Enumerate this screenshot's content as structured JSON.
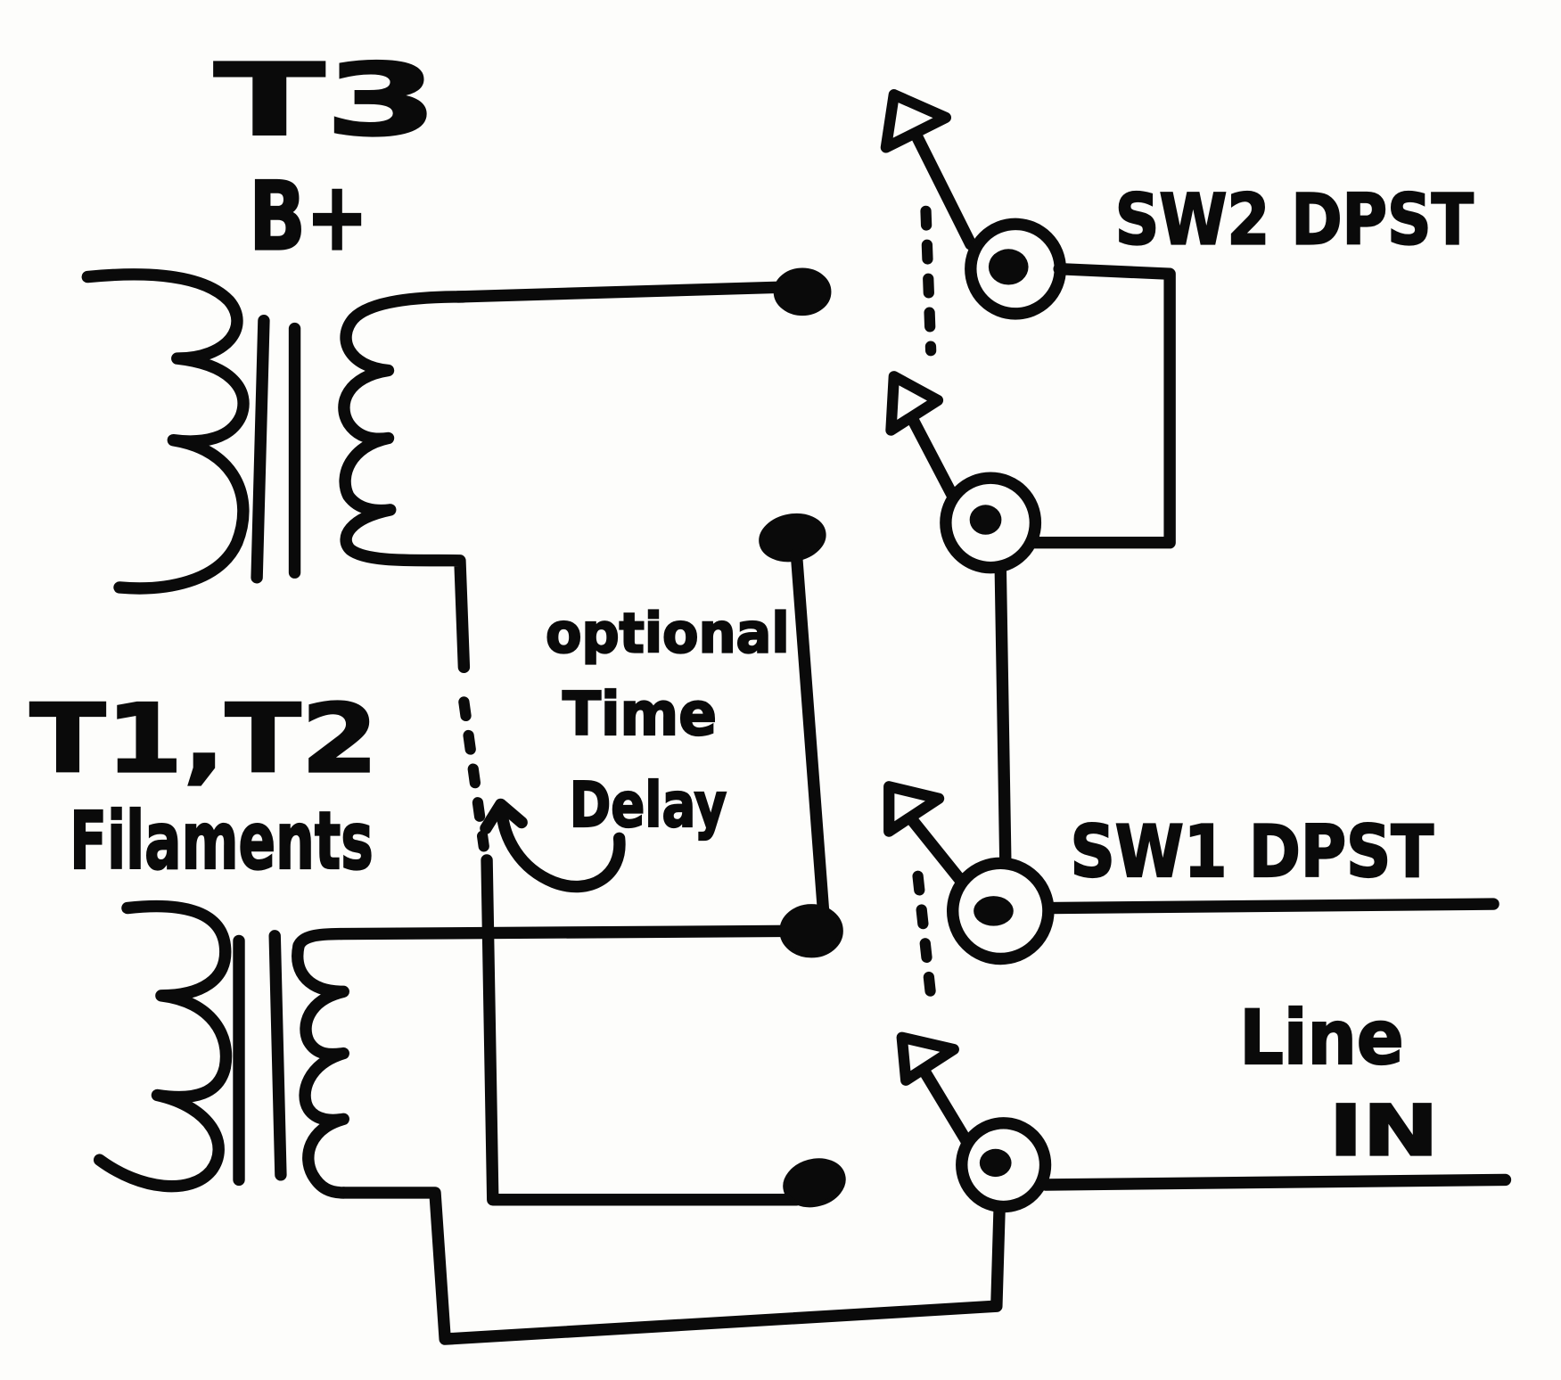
{
  "transformers": {
    "t3": {
      "name": "T3",
      "role": "B+"
    },
    "t1_t2": {
      "name": "T1,T2",
      "role": "Filaments"
    }
  },
  "time_delay": {
    "lines": [
      "optional",
      "Time",
      "Delay"
    ]
  },
  "switches": {
    "sw2": "SW2 DPST",
    "sw1": "SW1 DPST"
  },
  "line_in": {
    "lines": [
      "Line",
      "IN"
    ]
  },
  "colors": {
    "ink": "#0a0a0a",
    "paper": "#fdfdfb"
  }
}
